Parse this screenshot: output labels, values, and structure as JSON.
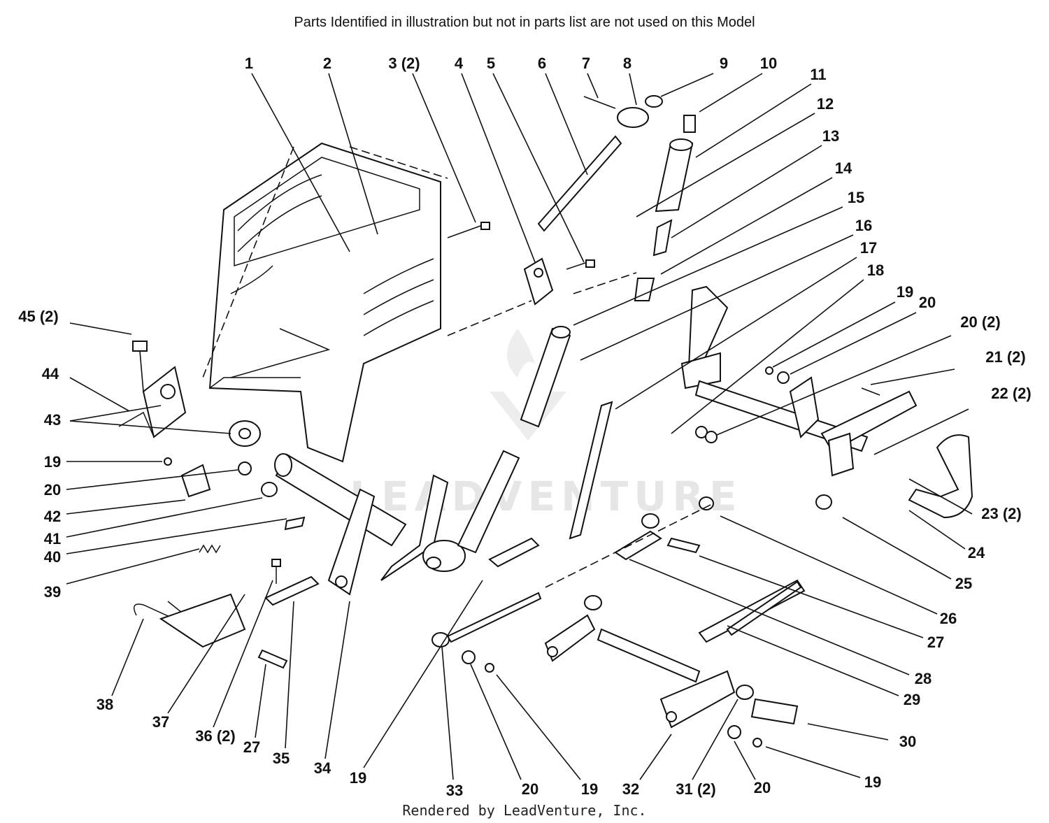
{
  "header": {
    "note": "Parts Identified  in illustration but not in parts list are not used on this Model"
  },
  "footer": {
    "credit": "Rendered by LeadVenture, Inc."
  },
  "watermark": {
    "text": "LEADVENTURE",
    "color": "#e6e6e6"
  },
  "callouts": [
    "1",
    "2",
    "3 (2)",
    "4",
    "5",
    "6",
    "7",
    "8",
    "9",
    "10",
    "11",
    "12",
    "13",
    "14",
    "15",
    "16",
    "17",
    "18",
    "19",
    "20",
    "20 (2)",
    "21 (2)",
    "22 (2)",
    "23 (2)",
    "24",
    "25",
    "26",
    "27",
    "28",
    "29",
    "30",
    "19",
    "20",
    "31 (2)",
    "32",
    "19",
    "20",
    "33",
    "19",
    "34",
    "35",
    "27",
    "36 (2)",
    "37",
    "38",
    "39",
    "40",
    "41",
    "42",
    "20",
    "19",
    "43",
    "44",
    "45 (2)"
  ]
}
